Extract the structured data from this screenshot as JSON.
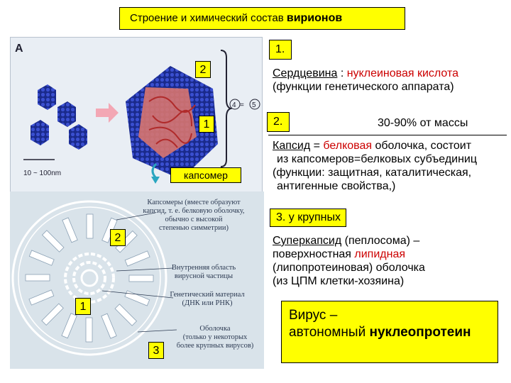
{
  "title": {
    "text": "Строение и химический состав",
    "bold": "вирионов"
  },
  "sections": {
    "s1": {
      "number": "1.",
      "heading": "Сердцевина",
      "colon": " : ",
      "colored": "нуклеиновая кислота",
      "rest": "(функции генетического аппарата)"
    },
    "s2": {
      "number": "2.",
      "mass": "30-90% от массы",
      "heading": "Капсид",
      "eq": " = ",
      "colored": "белковая",
      "line1_rest": " оболочка, состоит",
      "line2": "из капсомеров=белковых субъединиц",
      "line3": "(функции: защитная, каталитическая,",
      "line4": "антигенные свойства,)"
    },
    "s3": {
      "number": "3. у крупных",
      "heading": "Суперкапсид",
      "line1_rest": " (пеплосома) –",
      "line2_pre": "поверхностная ",
      "colored": "липидная",
      "line3": "(липопротеиновая) оболочка",
      "line4": "(из ЦПМ клетки-хозяина)"
    }
  },
  "virus_box": {
    "line1": "Вирус –",
    "line2_pre": "автономный ",
    "line2_bold": "нуклеопротеин"
  },
  "figure_top": {
    "letter": "A",
    "scale": "10 ~ 100nm",
    "label2": "2",
    "label1": "1",
    "capsomer": "капсомер",
    "eq_left": "4",
    "eq_sign": " = ",
    "eq_right": "5"
  },
  "figure_bottom": {
    "label2": "2",
    "label1": "1",
    "label3": "3",
    "caption1": [
      "Капсомеры (вместе образуют",
      "капсид, т. е. белковую оболочку,",
      "обычно с высокой",
      "степенью симметрии)"
    ],
    "caption2": [
      "Внутренняя область",
      "вирусной частицы"
    ],
    "caption3": [
      "Генетический материал",
      "(ДНК или РНК)"
    ],
    "caption4": [
      "Оболочка",
      "(только у некоторых",
      "более крупных вирусов)"
    ]
  },
  "colors": {
    "highlight": "#ffff00",
    "accent_red": "#cc0000",
    "virus_blue": "#1f2f9a"
  }
}
